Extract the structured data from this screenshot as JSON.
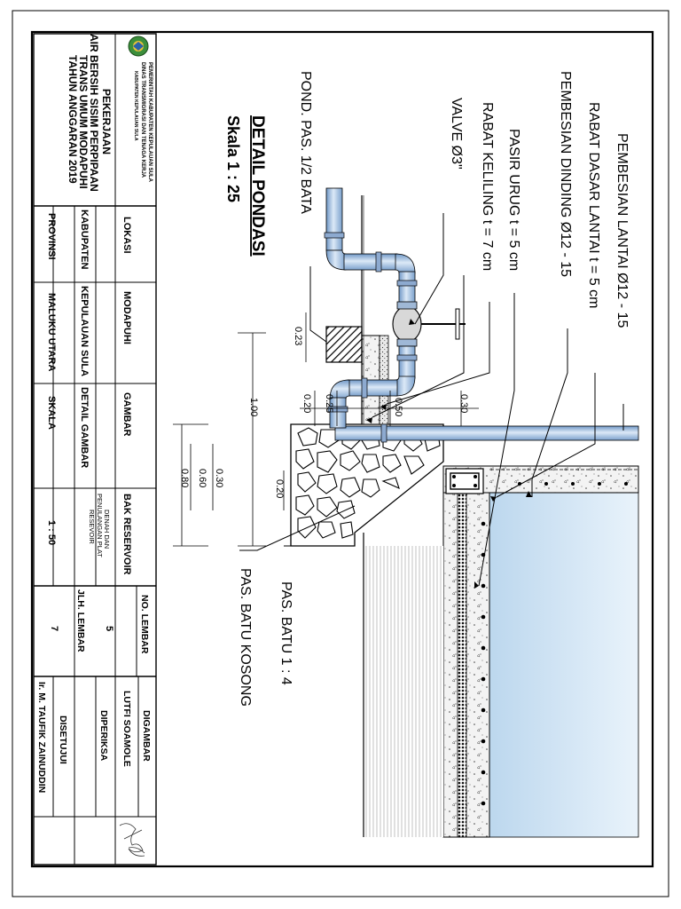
{
  "drawing": {
    "title": "DETAIL PONDASI",
    "scale": "Skala   1 : 25"
  },
  "labels": {
    "pembesian_lantai": "PEMBESIAN LANTAI Ø12 - 15",
    "rabat_dasar": "RABAT DASAR LANTAI  t = 5 cm",
    "pembesian_dinding": "PEMBESIAN DINDING Ø12 - 15",
    "pasir_urug": "PASIR URUG  t = 5 cm",
    "rabat_keliling": "RABAT KELILING t = 7 cm",
    "valve": "VALVE Ø3\"",
    "pond_pas": "POND. PAS. 1/2  BATA",
    "pas_batu": "PAS. BATU  1 : 4",
    "pas_batu_kosong": "PAS. BATU KOSONG"
  },
  "dimensions": {
    "d023": "0.23",
    "d020a": "0.20",
    "d025": "0.25",
    "d050": "0.50",
    "d030a": "0.30",
    "d100": "1.00",
    "d020b": "0.20",
    "d030b": "0.30",
    "d060": "0.60",
    "d080": "0.80"
  },
  "title_block": {
    "agency_line1": "PEMERINTAH KABUPATEN KEPULAUAN SULA",
    "agency_line2": "DINAS TRANSMIGRASI DAN TENAGA KERJA",
    "agency_line3": "KABUPATEN KEPULAUAN SULA",
    "project_heading": "PEKERJAAN",
    "project_line1": "AIR BERSIH SISIM PERPIPAAN",
    "project_line2": "TRANS UMUM MODAPUHI",
    "project_line3": "TAHUN ANGGARAN 2019",
    "lokasi_label": "LOKASI",
    "lokasi_value": "MODAPUHI",
    "gambar_label": "GAMBAR",
    "gambar_value": "BAK RESERVOIR",
    "kabupaten_label": "KABUPATEN",
    "kabupaten_value": "KEPULAUAN SULA",
    "detail_label": "DETAIL GAMBAR",
    "detail_value_1": "DENAH DAN",
    "detail_value_2": "PENULANGAN PLAT",
    "detail_value_3": "RESEVOIR",
    "provinsi_label": "PROVINSI",
    "provinsi_value": "MALUKU UTARA",
    "skala_label": "SKALA",
    "skala_value": "1 : 50",
    "no_lembar_label": "NO. LEMBAR",
    "no_lembar_value": "5",
    "jlh_lembar_label": "JLH. LEMBAR",
    "jlh_lembar_value": "7",
    "digambar_label": "DIGAMBAR",
    "digambar_value": "LUTFI SOAMOLE",
    "diperiksa_label": "DIPERIKSA",
    "disetujui_label": "DISETUJUI",
    "disetujui_value": "Ir. M. TAUFIK ZAINUDDIN"
  }
}
